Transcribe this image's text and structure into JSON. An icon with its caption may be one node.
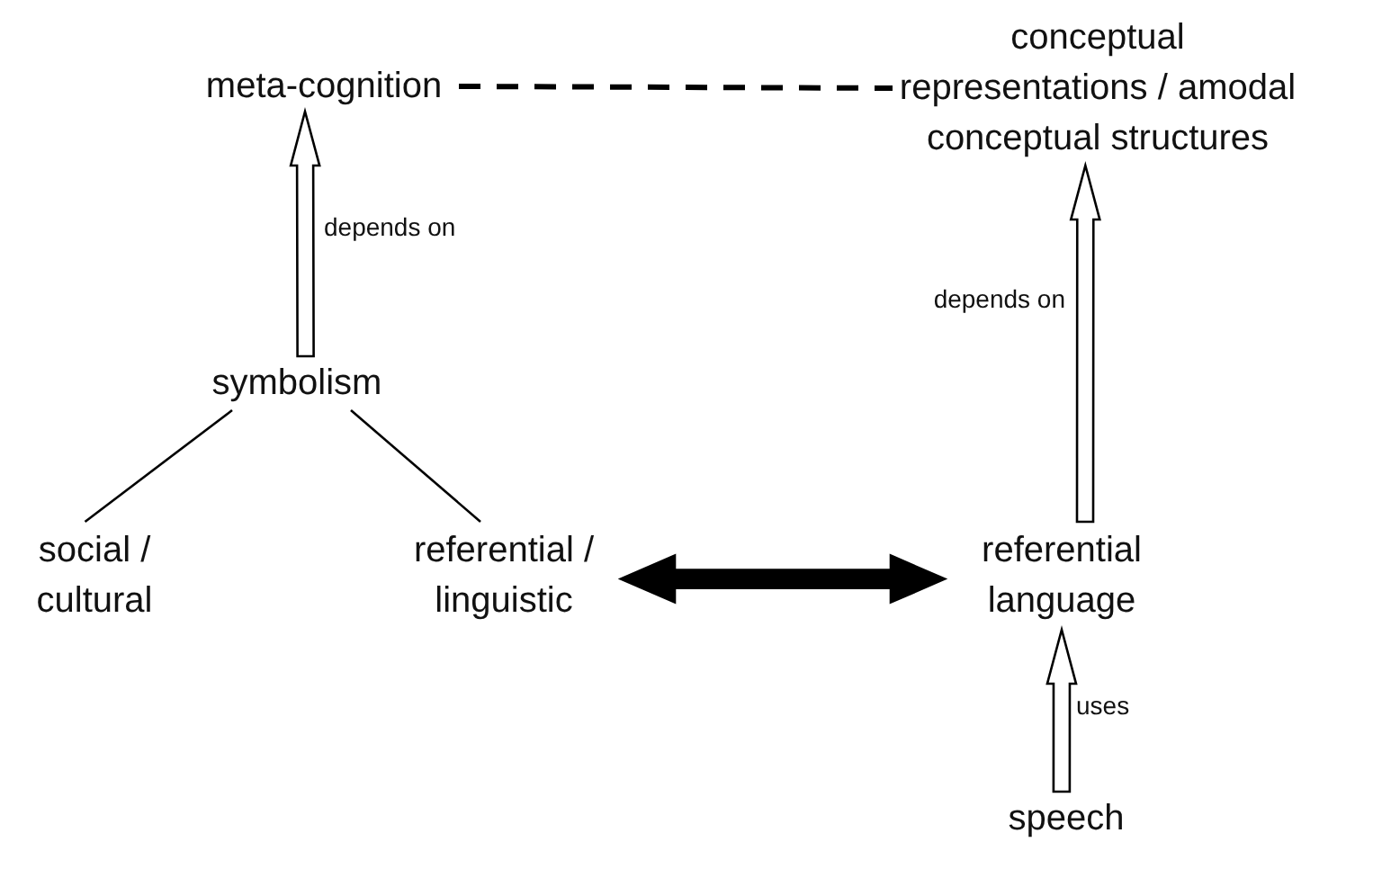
{
  "diagram": {
    "nodes": [
      {
        "text": [
          "meta-cognition"
        ]
      },
      {
        "text": [
          "conceptual representations / amodal conceptual structures"
        ]
      },
      {
        "text": [
          "symbolism"
        ]
      },
      {
        "text": [
          "social / cultural"
        ]
      },
      {
        "text": [
          "referential / linguistic"
        ]
      },
      {
        "text": [
          "referential language"
        ]
      },
      {
        "text": [
          "speech"
        ]
      }
    ],
    "edges": [
      {
        "from": 0,
        "to": 1,
        "arrow": "none",
        "style": "dashed"
      },
      {
        "from": 2,
        "to": 0,
        "arrow": "to",
        "label": "depends on"
      },
      {
        "from": 5,
        "to": 1,
        "arrow": "to",
        "label": "depends on"
      },
      {
        "from": 2,
        "to": 3,
        "arrow": "none"
      },
      {
        "from": 2,
        "to": 4,
        "arrow": "none"
      },
      {
        "from": 4,
        "to": 5,
        "arrow": "both",
        "style": "thick"
      },
      {
        "from": 6,
        "to": 5,
        "arrow": "to",
        "label": "uses"
      }
    ]
  }
}
